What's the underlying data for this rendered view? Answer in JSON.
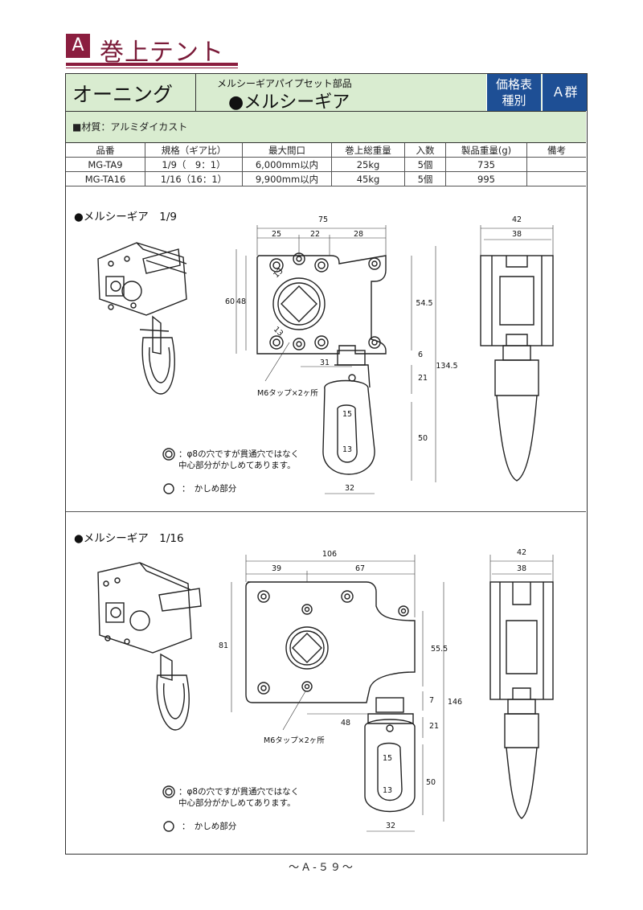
{
  "header": {
    "badge": "A",
    "category": "巻上テント"
  },
  "product": {
    "name": "オーニング",
    "subtitle": "メルシーギアパイプセット部品",
    "part": "●メルシーギア",
    "price_label_1": "価格表",
    "price_label_2": "種別",
    "group": "Ａ群"
  },
  "material": "■材質：アルミダイカスト",
  "spec_table": {
    "headers": [
      "品番",
      "規格（ギア比）",
      "最大間口",
      "巻上総重量",
      "入数",
      "製品重量(g)",
      "備考"
    ],
    "rows": [
      [
        "MG-TA9",
        "1/9（　9：1）",
        "6,000mm以内",
        "25kg",
        "5個",
        "735",
        ""
      ],
      [
        "MG-TA16",
        "1/16（16：1）",
        "9,900mm以内",
        "45kg",
        "5個",
        "995",
        ""
      ]
    ]
  },
  "section1": {
    "title": "●メルシーギア　1/9",
    "dims": {
      "d75": "75",
      "d25": "25",
      "d22": "22",
      "d28": "28",
      "d60": "60",
      "d48": "48",
      "d13a": "13",
      "d13b": "13",
      "d545": "54.5",
      "d6": "6",
      "d21": "21",
      "d1345": "134.5",
      "d31": "31",
      "d15": "15",
      "d13c": "13",
      "d50": "50",
      "d32": "32",
      "d42": "42",
      "d38": "38"
    },
    "tap": "M6タップ×2ヶ所",
    "note1_a": "：φ8の穴ですが貫通穴ではなく",
    "note1_b": "中心部分がかしめてあります。",
    "note2": "：　かしめ部分"
  },
  "section2": {
    "title": "●メルシーギア　1/16",
    "dims": {
      "d106": "106",
      "d39": "39",
      "d67": "67",
      "d81": "81",
      "d555": "55.5",
      "d7": "7",
      "d21": "21",
      "d146": "146",
      "d48": "48",
      "d15": "15",
      "d13": "13",
      "d50": "50",
      "d32": "32",
      "d42": "42",
      "d38": "38"
    },
    "tap": "M6タップ×2ヶ所",
    "note1_a": "：φ8の穴ですが貫通穴ではなく",
    "note1_b": "中心部分がかしめてあります。",
    "note2": "：　かしめ部分"
  },
  "footer": "～Ａ-５９～"
}
